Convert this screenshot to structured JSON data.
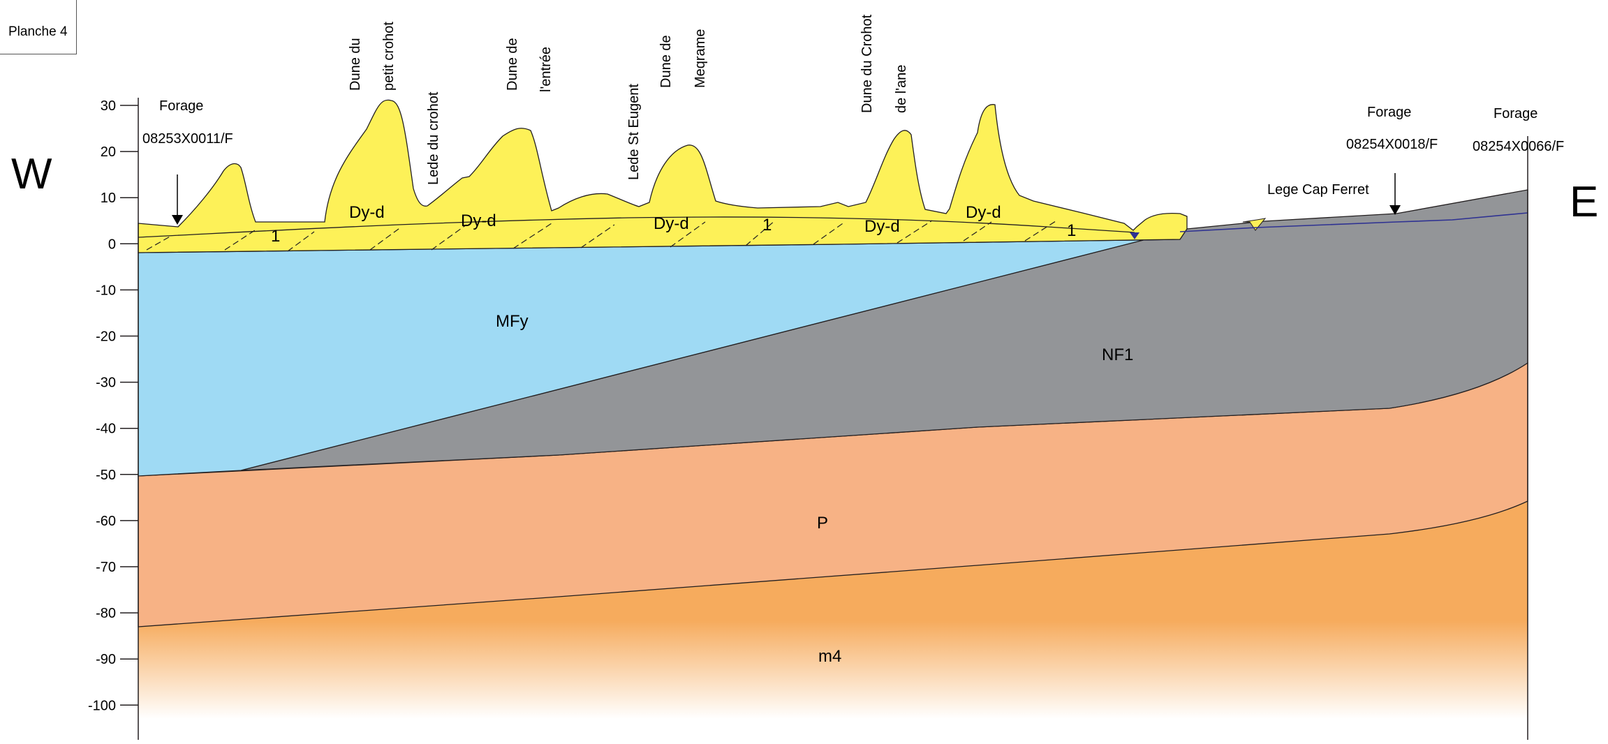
{
  "plate": {
    "label": "Planche 4"
  },
  "orientation": {
    "west": "W",
    "east": "E"
  },
  "y_axis": {
    "ticks": [
      "30",
      "20",
      "10",
      "0",
      "-10",
      "-20",
      "-30",
      "-40",
      "-50",
      "-60",
      "-70",
      "-80",
      "-90",
      "-100"
    ]
  },
  "boreholes": [
    {
      "label": "Forage",
      "id": "08253X0011/F"
    },
    {
      "label": "Forage",
      "id": "08254X0018/F"
    },
    {
      "label": "Forage",
      "id": "08254X0066/F"
    }
  ],
  "place_names": [
    {
      "lines": [
        "Dune du",
        "petit crohot"
      ]
    },
    {
      "lines": [
        "Lede du crohot"
      ]
    },
    {
      "lines": [
        "Dune de",
        "l'entrée"
      ]
    },
    {
      "lines": [
        "Lede St Eugent"
      ]
    },
    {
      "lines": [
        "Dune de",
        "Meqrame"
      ]
    },
    {
      "lines": [
        "Dune du Crohot",
        "de l'ane"
      ]
    }
  ],
  "locality": "Lege Cap Ferret",
  "units": {
    "dune": "Dy-d",
    "sub_unit": "1",
    "mfy": "MFy",
    "nf1": "NF1",
    "p": "P",
    "m4": "m4"
  },
  "colors": {
    "dune": "#fdf158",
    "mfy": "#9fdaf4",
    "nf1": "#939598",
    "p": "#f7b285",
    "m4": "#f6ab5d",
    "water_table": "#2e3192"
  }
}
